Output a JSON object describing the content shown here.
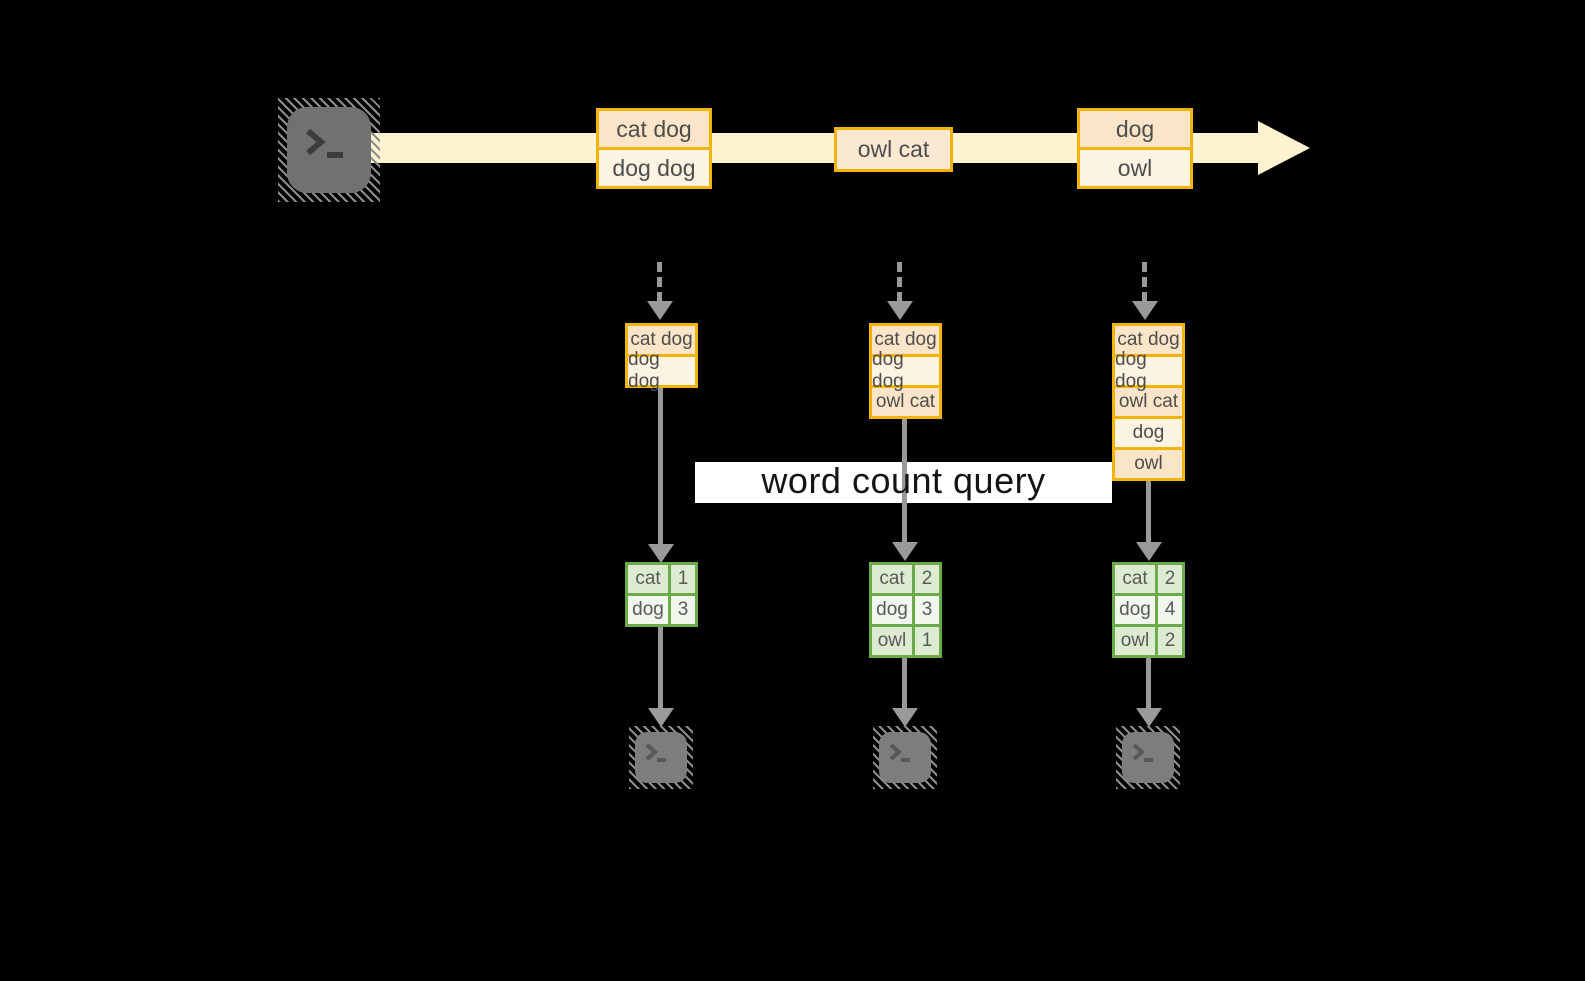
{
  "diagram": {
    "query_label": "word count query",
    "stream": {
      "source_icon": "terminal",
      "batches": [
        {
          "items": [
            "cat dog",
            "dog dog"
          ]
        },
        {
          "items": [
            "owl cat"
          ]
        },
        {
          "items": [
            "dog",
            "owl"
          ]
        }
      ]
    },
    "columns": [
      {
        "state": [
          "cat dog",
          "dog dog"
        ],
        "counts": [
          {
            "word": "cat",
            "count": "1"
          },
          {
            "word": "dog",
            "count": "3"
          }
        ]
      },
      {
        "state": [
          "cat dog",
          "dog dog",
          "owl cat"
        ],
        "counts": [
          {
            "word": "cat",
            "count": "2"
          },
          {
            "word": "dog",
            "count": "3"
          },
          {
            "word": "owl",
            "count": "1"
          }
        ]
      },
      {
        "state": [
          "cat dog",
          "dog dog",
          "owl cat",
          "dog",
          "owl"
        ],
        "counts": [
          {
            "word": "cat",
            "count": "2"
          },
          {
            "word": "dog",
            "count": "4"
          },
          {
            "word": "owl",
            "count": "2"
          }
        ]
      }
    ],
    "colors": {
      "background": "#000000",
      "stream_band": "#fdf3d1",
      "box_border": "#f2b40b",
      "box_fill_peach": "#fbe5c8",
      "box_fill_cream": "#fdf3e3",
      "table_border": "#6cab4a",
      "table_fill_green": "#ddebd1",
      "table_fill_light": "#f2f7ee",
      "arrow_gray": "#999999",
      "query_box_bg": "#ffffff",
      "query_text": "#141414",
      "icon_gray_source": "#717171",
      "icon_gray_consumer": "#7d7d7d"
    }
  }
}
